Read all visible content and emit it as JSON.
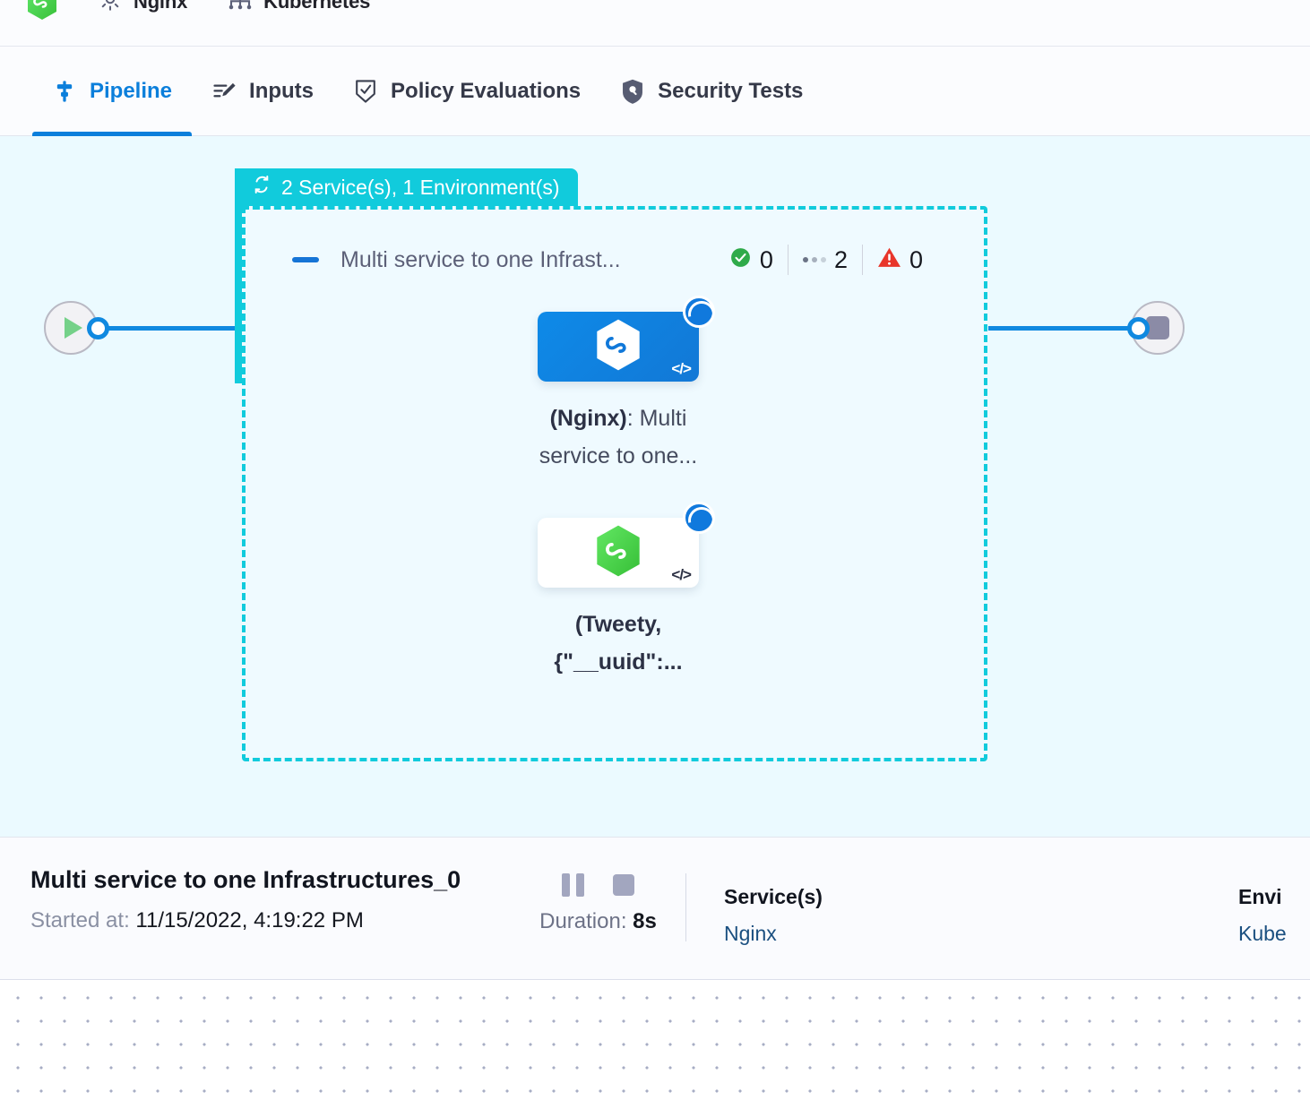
{
  "breadcrumb": {
    "items": [
      {
        "icon": "harness-hexagon-logo",
        "label": ""
      },
      {
        "icon": "gear-icon",
        "label": "Nginx"
      },
      {
        "icon": "infrastructure-icon",
        "label": "Kubernetes"
      }
    ]
  },
  "tabs": [
    {
      "id": "pipeline",
      "label": "Pipeline",
      "icon": "pipeline-icon",
      "active": true
    },
    {
      "id": "inputs",
      "label": "Inputs",
      "icon": "inputs-icon",
      "active": false
    },
    {
      "id": "policy-evaluations",
      "label": "Policy Evaluations",
      "icon": "policy-shield-check-icon",
      "active": false
    },
    {
      "id": "security-tests",
      "label": "Security Tests",
      "icon": "security-shield-icon",
      "active": false
    }
  ],
  "canvas": {
    "start_node": {
      "name": "start-node",
      "icon": "play-icon"
    },
    "end_node": {
      "name": "end-node",
      "icon": "stop-icon"
    },
    "group": {
      "pill_label": "2 Service(s), 1 Environment(s)",
      "pill_icon": "loop-repeat-icon",
      "title": "Multi service to one Infrast...",
      "collapse_icon": "collapse-dash-icon",
      "status": {
        "success": {
          "icon": "check-circle-icon",
          "count": "0",
          "color": "#2faa4a"
        },
        "pending": {
          "icon": "dots-icon",
          "count": "2",
          "color": "#6b7386"
        },
        "failed": {
          "icon": "warning-triangle-icon",
          "count": "0",
          "color": "#e8362b"
        }
      },
      "nodes": [
        {
          "id": "node-nginx",
          "card_style": "blue",
          "logo": "harness-hexagon-logo-white",
          "code_glyph": "</>",
          "badge": "running-spinner-icon",
          "label_bold": "(Nginx)",
          "label_rest": ": Multi service to one..."
        },
        {
          "id": "node-tweety",
          "card_style": "white",
          "logo": "harness-hexagon-logo-green",
          "code_glyph": "</>",
          "badge": "running-spinner-icon",
          "label_bold": "(Tweety, {\"__uuid\":...",
          "label_rest": ""
        }
      ]
    }
  },
  "detail": {
    "title": "Multi service to one Infrastructures_0",
    "started_label": "Started at:",
    "started_value": "11/15/2022, 4:19:22 PM",
    "controls": [
      {
        "name": "pause-button",
        "icon": "pause-icon"
      },
      {
        "name": "stop-button",
        "icon": "stop-icon"
      }
    ],
    "duration_label": "Duration:",
    "duration_value": "8s",
    "services": {
      "heading": "Service(s)",
      "value": "Nginx"
    },
    "environments": {
      "heading": "Envi",
      "value": "Kube"
    }
  },
  "colors": {
    "accent_blue": "#0b7fdb",
    "group_teal": "#11cbdc",
    "canvas_bg": "#ebfaff",
    "success_green": "#2faa4a",
    "error_red": "#e8362b"
  }
}
